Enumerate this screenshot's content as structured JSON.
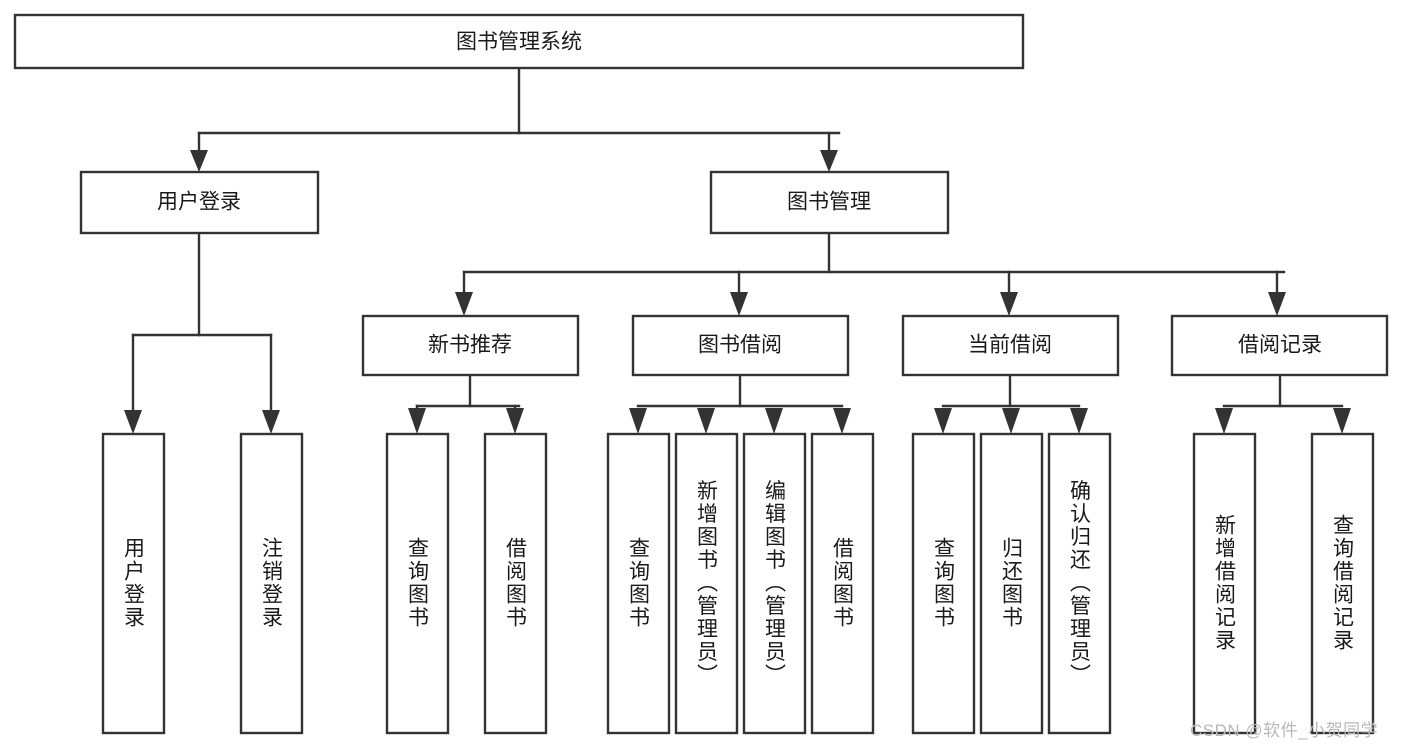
{
  "diagram": {
    "type": "tree-hierarchy",
    "title": "图书管理系统",
    "orientation": "top-down",
    "nodes": {
      "root": {
        "label": "图书管理系统",
        "level": 0,
        "text_direction": "horizontal"
      },
      "l1": [
        {
          "id": "user-login",
          "label": "用户登录",
          "level": 1,
          "text_direction": "horizontal"
        },
        {
          "id": "book-management",
          "label": "图书管理",
          "level": 1,
          "text_direction": "horizontal"
        }
      ],
      "l2": [
        {
          "id": "new-book-recommend",
          "label": "新书推荐",
          "level": 2,
          "parent": "book-management",
          "text_direction": "horizontal"
        },
        {
          "id": "book-borrow",
          "label": "图书借阅",
          "level": 2,
          "parent": "book-management",
          "text_direction": "horizontal"
        },
        {
          "id": "current-borrow",
          "label": "当前借阅",
          "level": 2,
          "parent": "book-management",
          "text_direction": "horizontal"
        },
        {
          "id": "borrow-record",
          "label": "借阅记录",
          "level": 2,
          "parent": "book-management",
          "text_direction": "horizontal"
        }
      ],
      "leaves": [
        {
          "id": "leaf-user-login",
          "label": "用户登录",
          "parent": "user-login",
          "text_direction": "vertical"
        },
        {
          "id": "leaf-user-logout",
          "label": "注销登录",
          "parent": "user-login",
          "text_direction": "vertical"
        },
        {
          "id": "leaf-query-book-1",
          "label": "查询图书",
          "parent": "new-book-recommend",
          "text_direction": "vertical"
        },
        {
          "id": "leaf-borrow-book-1",
          "label": "借阅图书",
          "parent": "new-book-recommend",
          "text_direction": "vertical"
        },
        {
          "id": "leaf-query-book-2",
          "label": "查询图书",
          "parent": "book-borrow",
          "text_direction": "vertical"
        },
        {
          "id": "leaf-add-book",
          "label": "新增图书（管理员）",
          "parent": "book-borrow",
          "text_direction": "vertical"
        },
        {
          "id": "leaf-edit-book",
          "label": "编辑图书（管理员）",
          "parent": "book-borrow",
          "text_direction": "vertical"
        },
        {
          "id": "leaf-borrow-book-2",
          "label": "借阅图书",
          "parent": "book-borrow",
          "text_direction": "vertical"
        },
        {
          "id": "leaf-query-book-3",
          "label": "查询图书",
          "parent": "current-borrow",
          "text_direction": "vertical"
        },
        {
          "id": "leaf-return-book",
          "label": "归还图书",
          "parent": "current-borrow",
          "text_direction": "vertical"
        },
        {
          "id": "leaf-confirm-return",
          "label": "确认归还（管理员）",
          "parent": "current-borrow",
          "text_direction": "vertical"
        },
        {
          "id": "leaf-add-record",
          "label": "新增借阅记录",
          "parent": "borrow-record",
          "text_direction": "vertical"
        },
        {
          "id": "leaf-query-record",
          "label": "查询借阅记录",
          "parent": "borrow-record",
          "text_direction": "vertical"
        }
      ]
    },
    "colors": {
      "box_fill": "#ffffff",
      "box_stroke": "#333333",
      "text": "#1a1a1a",
      "connector": "#333333",
      "background": "#ffffff",
      "watermark": "#b8b8b8"
    }
  },
  "watermark": {
    "text": "CSDN @软件_小贺同学"
  }
}
